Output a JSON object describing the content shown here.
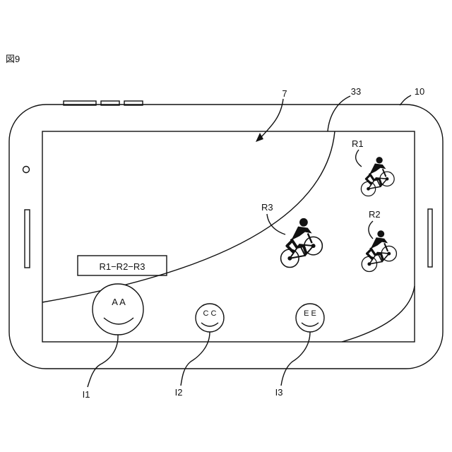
{
  "figure": {
    "title": "図9"
  },
  "labels": {
    "screen": "7",
    "curve": "33",
    "device": "10",
    "rider1": "R1",
    "rider2": "R2",
    "rider3": "R3",
    "icon1": "I1",
    "icon2": "I2",
    "icon3": "I3"
  },
  "order_box": {
    "text": "R1−R2−R3"
  },
  "faces": [
    {
      "text": "A A"
    },
    {
      "text": "C C"
    },
    {
      "text": "E E"
    }
  ]
}
